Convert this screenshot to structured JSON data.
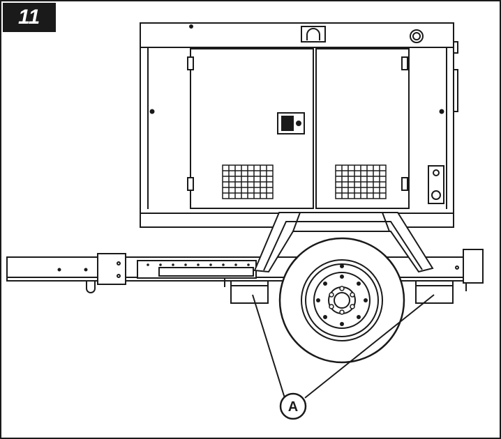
{
  "figure": {
    "number": "11"
  },
  "callouts": [
    {
      "label": "A",
      "target": "tongue-weights-pair"
    }
  ],
  "colors": {
    "line": "#1a1a1a",
    "fill": "#ffffff",
    "badge": "#1a1a1a"
  },
  "icons": [
    "hook-icon",
    "door-handle-icon",
    "lifting-eye-icon"
  ]
}
